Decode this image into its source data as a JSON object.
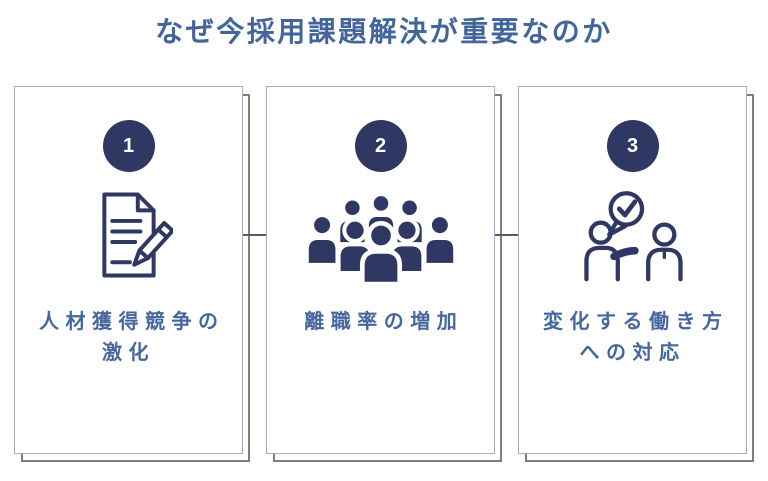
{
  "title": "なぜ今採用課題解決が重要なのか",
  "colors": {
    "title_blue": "#42659c",
    "label_blue": "#45679e",
    "navy": "#2f3763",
    "card_border": "#a6adc7",
    "shadow_border": "#7a7d82",
    "connector": "#565b63"
  },
  "cards": [
    {
      "number": "1",
      "icon": "document-pencil-icon",
      "label_line1": "人材獲得競争の",
      "label_line2": "激化"
    },
    {
      "number": "2",
      "icon": "people-group-icon",
      "label_line1": "離職率の増加",
      "label_line2": ""
    },
    {
      "number": "3",
      "icon": "people-conversation-check-icon",
      "label_line1": "変化する働き方",
      "label_line2": "への対応"
    }
  ]
}
